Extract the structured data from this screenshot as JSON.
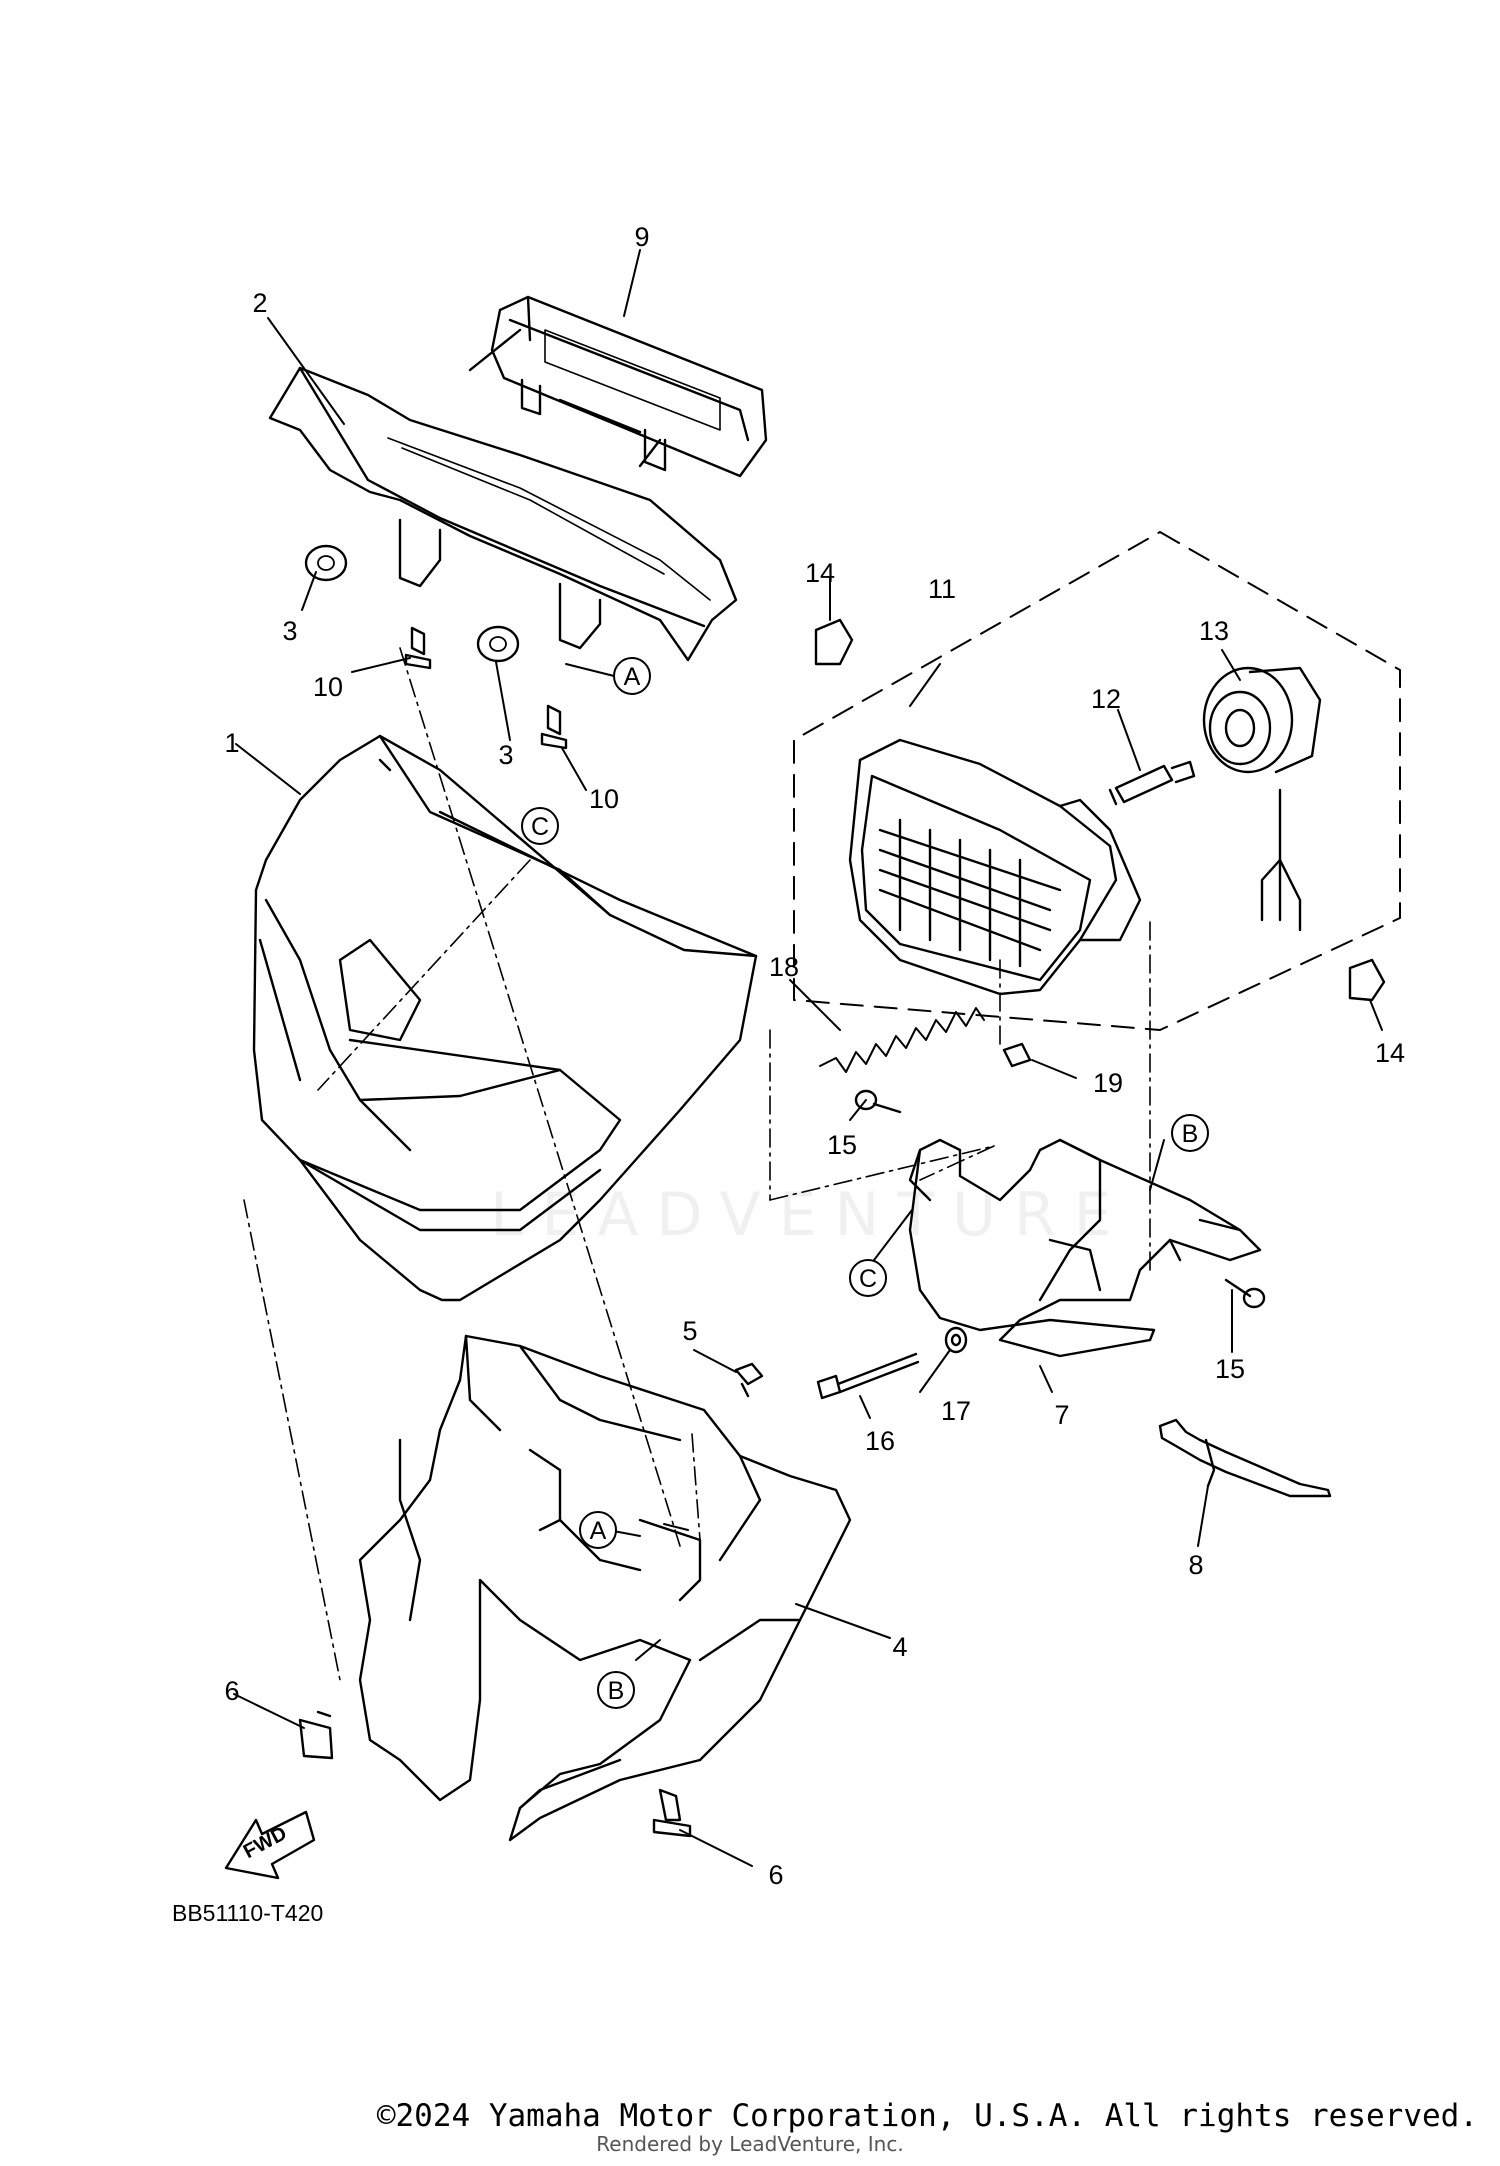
{
  "diagram": {
    "part_code": "BB51110-T420",
    "callouts": [
      "1",
      "2",
      "3",
      "3",
      "4",
      "5",
      "6",
      "6",
      "7",
      "8",
      "9",
      "10",
      "10",
      "11",
      "12",
      "13",
      "14",
      "14",
      "15",
      "15",
      "16",
      "17",
      "18",
      "19"
    ],
    "reference_markers": [
      "A",
      "A",
      "B",
      "B",
      "C",
      "C"
    ],
    "fwd_label": "FWD",
    "watermark": "LEADVENTURE"
  },
  "footer": {
    "copyright": "©2024 Yamaha Motor Corporation, U.S.A. All rights reserved.",
    "rendered_by": "Rendered by LeadVenture, Inc."
  }
}
